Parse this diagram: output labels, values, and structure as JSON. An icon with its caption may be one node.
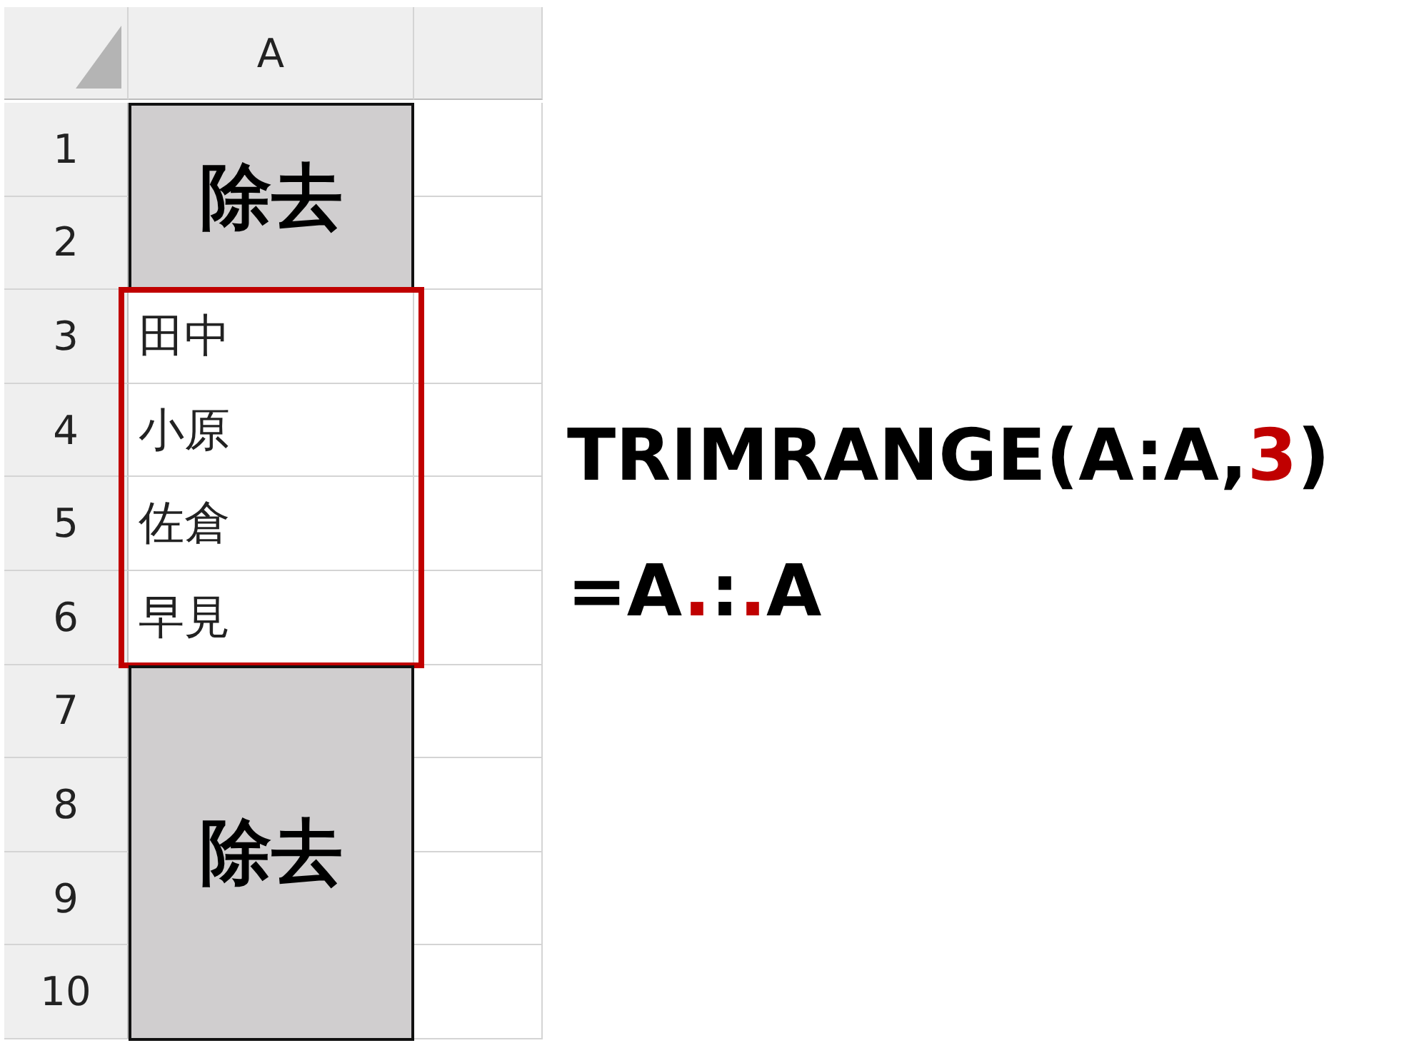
{
  "diagram": {
    "nodes": [
      {
        "text": [
          "除去"
        ]
      },
      {
        "text": [
          "田中",
          "小原",
          "佐倉",
          "早見"
        ]
      },
      {
        "text": [
          "除去"
        ]
      }
    ],
    "labels": [
      "A",
      "1",
      "2",
      "3",
      "4",
      "5",
      "6",
      "7",
      "8",
      "9",
      "10",
      "TRIMRANGE(A:A,3)",
      "=A.:.A"
    ]
  }
}
